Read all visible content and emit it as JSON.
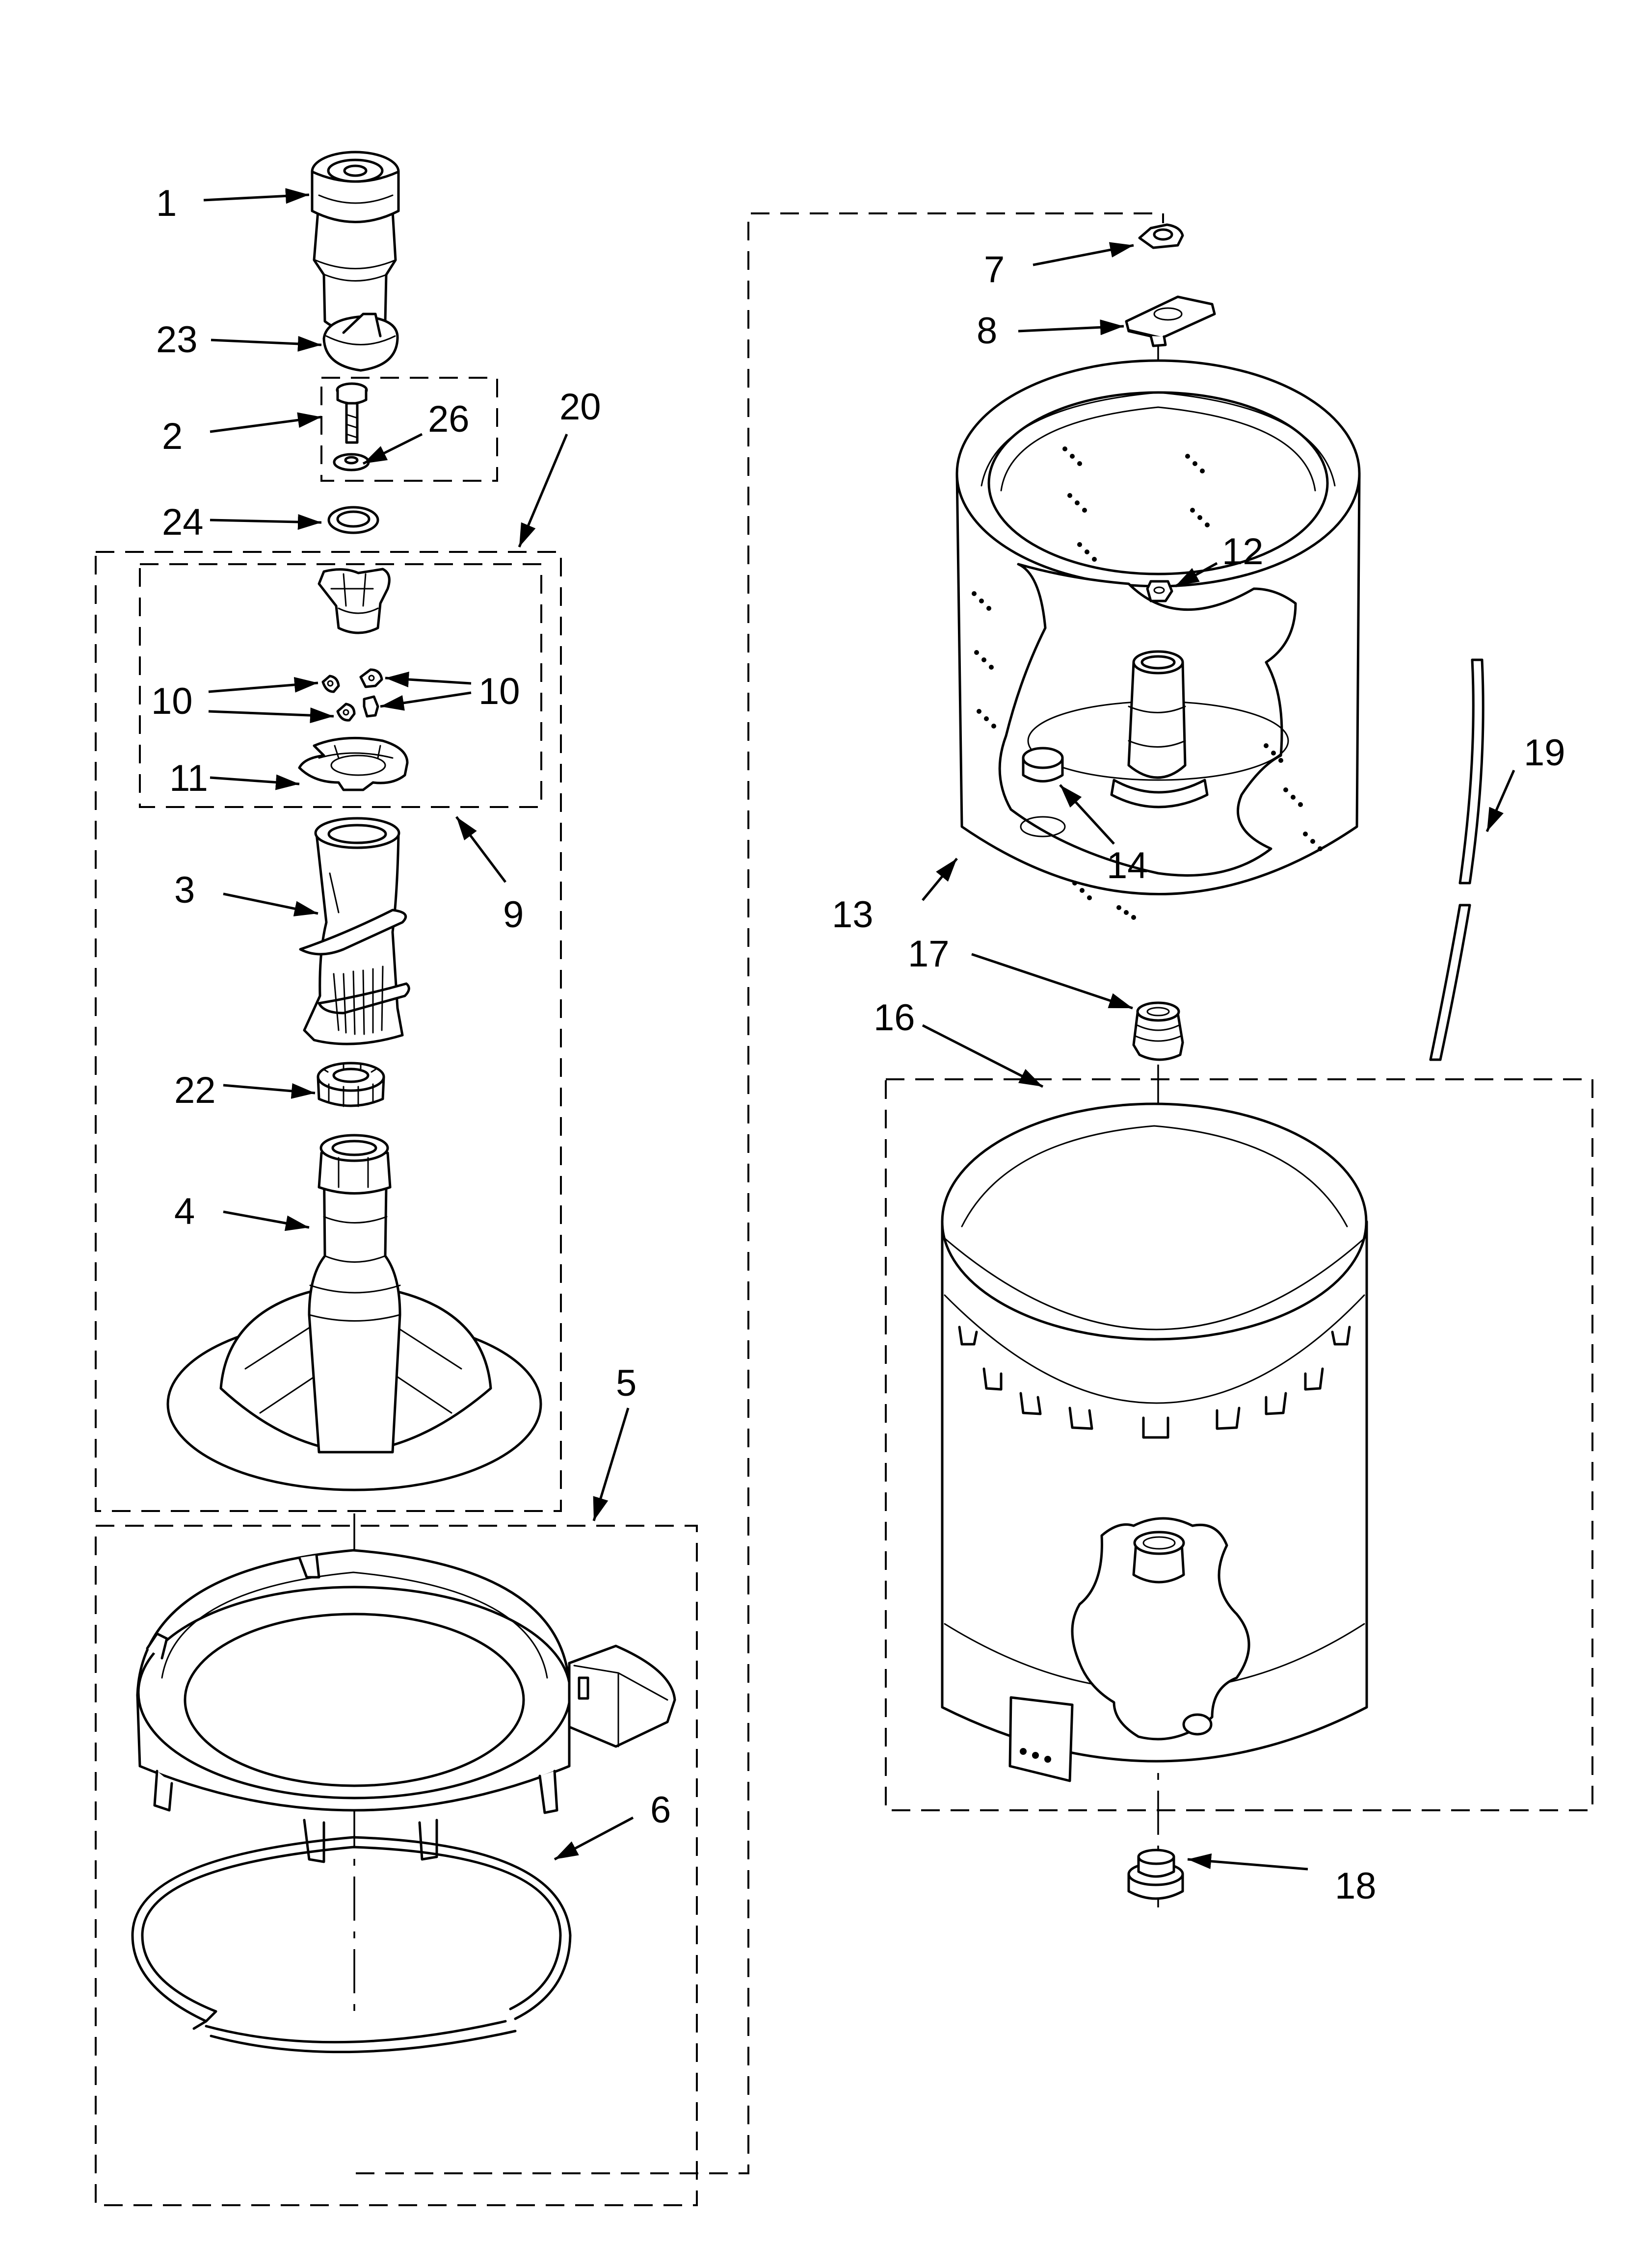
{
  "labels": {
    "l1": "1",
    "l2": "2",
    "l3": "3",
    "l4": "4",
    "l5": "5",
    "l6": "6",
    "l7": "7",
    "l8": "8",
    "l9": "9",
    "l10a": "10",
    "l10b": "10",
    "l11": "11",
    "l12": "12",
    "l13": "13",
    "l14": "14",
    "l16": "16",
    "l17": "17",
    "l18": "18",
    "l19": "19",
    "l20": "20",
    "l22": "22",
    "l23": "23",
    "l24": "24",
    "l26": "26"
  }
}
